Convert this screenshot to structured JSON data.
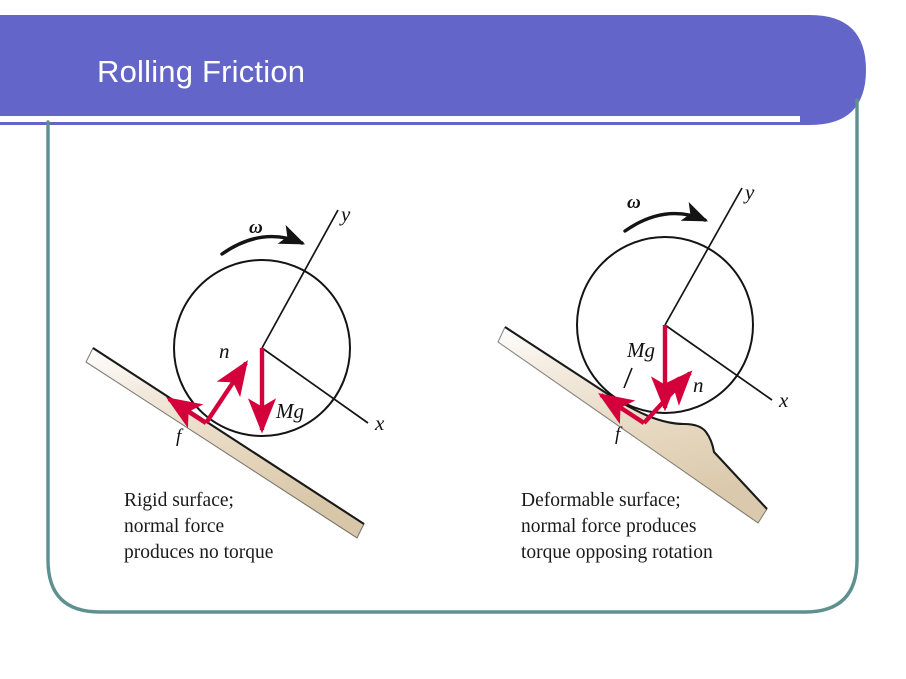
{
  "slide": {
    "background_color": "#ffffff",
    "title": "Rolling Friction",
    "header_color": "#6366c8",
    "header_rule_color": "#ffffff",
    "frame_color": "#5e9090"
  },
  "diagrams": [
    {
      "id": "rigid-surface",
      "caption_lines": [
        "Rigid surface;",
        "normal force",
        "produces no torque"
      ],
      "labels": {
        "omega": "ω",
        "axis_y": "y",
        "axis_x": "x",
        "normal_force": "n",
        "weight": "Mg",
        "friction": "f"
      },
      "surface_type": "rigid",
      "surface_color": "#e6d8c2",
      "vector_color": "#d4003c",
      "outline_color": "#141414"
    },
    {
      "id": "deformable-surface",
      "caption_lines": [
        "Deformable surface;",
        "normal force produces",
        "torque opposing rotation"
      ],
      "labels": {
        "omega": "ω",
        "axis_y": "y",
        "axis_x": "x",
        "normal_force": "n",
        "weight": "Mg",
        "friction": "f"
      },
      "surface_type": "deformable",
      "surface_color": "#e6d8c2",
      "vector_color": "#d4003c",
      "outline_color": "#141414"
    }
  ]
}
